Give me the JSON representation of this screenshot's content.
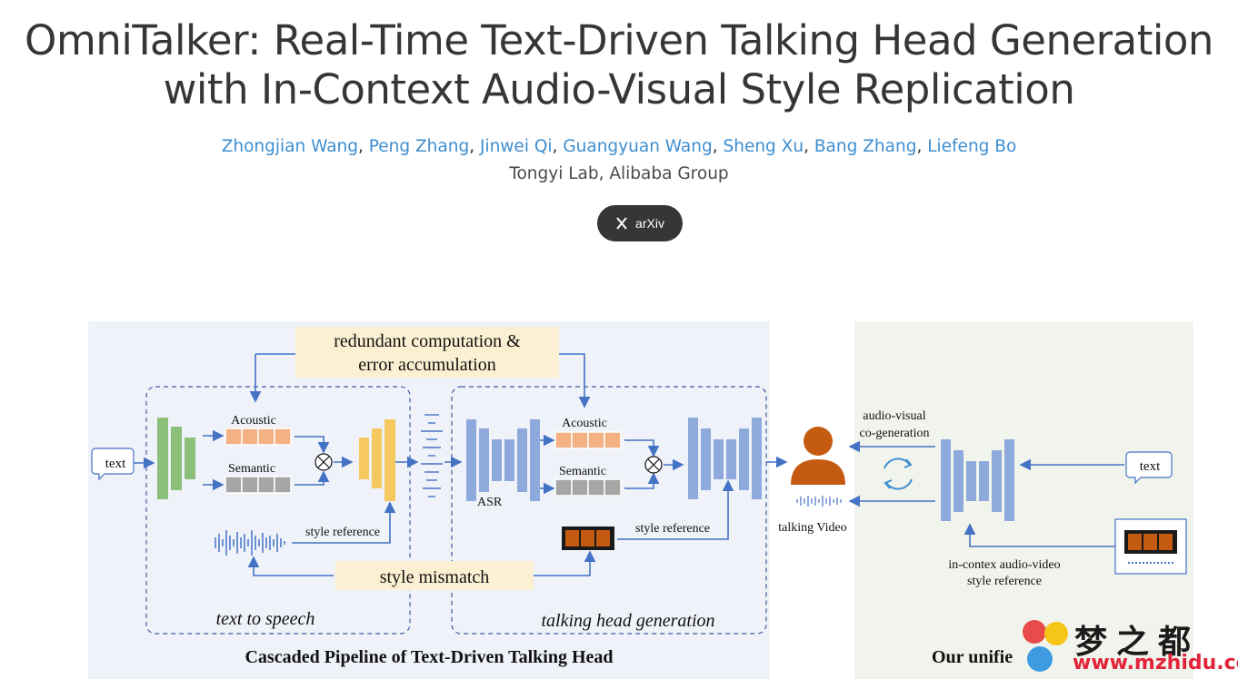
{
  "title": {
    "line1": "OmniTalker: Real-Time Text-Driven Talking Head Generation",
    "line2": "with In-Context Audio-Visual Style Replication"
  },
  "authors": [
    "Zhongjian Wang",
    "Peng Zhang",
    "Jinwei Qi",
    "Guangyuan Wang",
    "Sheng Xu",
    "Bang Zhang",
    "Liefeng Bo"
  ],
  "affiliation": "Tongyi Lab, Alibaba Group",
  "arxiv_button": {
    "label": "arXiv",
    "icon": "x-icon"
  },
  "figure": {
    "callout_top": [
      "redundant computation &",
      "error accumulation"
    ],
    "callout_bottom": "style mismatch",
    "text_input_left": "text",
    "acoustic_label": "Acoustic",
    "semantic_label": "Semantic",
    "style_reference": "style reference",
    "asr_label": "ASR",
    "tts_label": "text to speech",
    "thg_label": "talking head generation",
    "talking_video": "talking Video",
    "audio_visual": [
      "audio-visual",
      "co-generation"
    ],
    "text_input_right": "text",
    "in_context": [
      "in-contex audio-video",
      "style reference"
    ],
    "caption_left": "Cascaded Pipeline of Text-Driven Talking Head",
    "caption_right": "Our unifie"
  },
  "watermark": {
    "chinese": "梦之都",
    "url": "www.mzhidu.com"
  },
  "colors": {
    "author_link": "#3e8ed0",
    "left_panel_bg": "#eff2f9",
    "right_panel_bg": "#f1f4ec",
    "callout_bg": "#fcf0d2",
    "arrow": "#4472c4",
    "green_block": "#8cc07a",
    "yellow_block": "#f5c860",
    "blue_block": "#8ea9db",
    "acoustic_cell": "#f4b183",
    "semantic_cell": "#a6a6a6",
    "avatar": "#c55a11"
  }
}
